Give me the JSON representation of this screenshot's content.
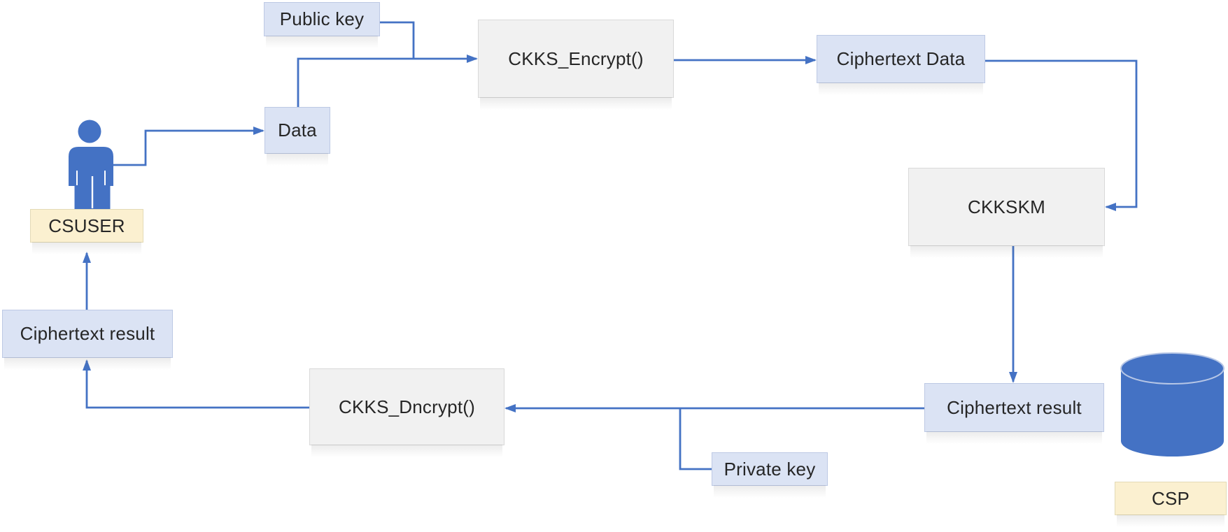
{
  "diagram": {
    "description": "CKKS homomorphic encryption workflow diagram",
    "nodes": {
      "public_key": {
        "label": "Public key"
      },
      "data": {
        "label": "Data"
      },
      "ckks_encrypt": {
        "label": "CKKS_Encrypt()"
      },
      "ciphertext_data": {
        "label": "Ciphertext Data"
      },
      "ckkskm": {
        "label": "CKKSKM"
      },
      "ciphertext_result_right": {
        "label": "Ciphertext result"
      },
      "private_key": {
        "label": "Private key"
      },
      "ckks_dncrypt": {
        "label": "CKKS_Dncrypt()"
      },
      "ciphertext_result_left": {
        "label": "Ciphertext result"
      },
      "csuser": {
        "label": "CSUSER"
      },
      "csp": {
        "label": "CSP"
      }
    },
    "icons": {
      "user": "person-icon",
      "storage": "database-cylinder-icon"
    },
    "colors": {
      "arrow_blue": "#4472C4",
      "node_blue_fill": "#DBE3F4",
      "node_gray_fill": "#F1F1F1",
      "node_yellow_fill": "#FBF0D0",
      "shape_blue": "#4472C4",
      "background": "#FFFFFF",
      "text": "#262626"
    }
  }
}
